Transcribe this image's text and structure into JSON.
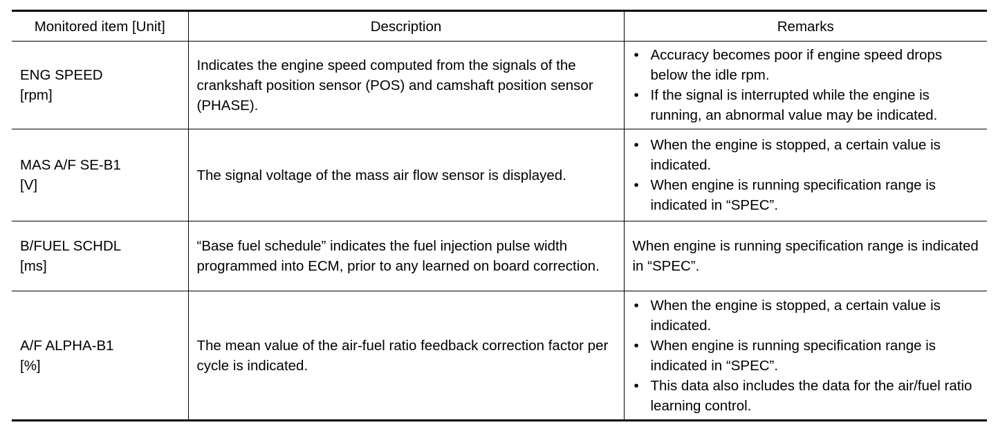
{
  "headers": {
    "item": "Monitored item [Unit]",
    "description": "Description",
    "remarks": "Remarks"
  },
  "rows": [
    {
      "name": "ENG SPEED",
      "unit": "[rpm]",
      "description": "Indicates the engine speed computed from the signals of the crankshaft position sensor (POS) and camshaft position sensor (PHASE).",
      "remarks": [
        "Accuracy becomes poor if engine speed drops below the idle rpm.",
        "If the signal is interrupted while the engine is running, an abnormal value may be indicated."
      ]
    },
    {
      "name": "MAS A/F SE-B1",
      "unit": "[V]",
      "description": "The signal voltage of the mass air flow sensor is displayed.",
      "remarks": [
        "When the engine is stopped, a certain value is indicated.",
        "When engine is running specification range is indicated in “SPEC”."
      ]
    },
    {
      "name": "B/FUEL SCHDL",
      "unit": "[ms]",
      "description": "“Base fuel schedule” indicates the fuel injection pulse width programmed into ECM, prior to any learned on board correction.",
      "remarks_text": "When engine is running specification range is indicated in “SPEC”."
    },
    {
      "name": "A/F ALPHA-B1",
      "unit": "[%]",
      "description": "The mean value of the air-fuel ratio feedback correction factor per cycle is indicated.",
      "remarks": [
        "When the engine is stopped, a certain value is indicated.",
        "When engine is running specification range is indicated in “SPEC”.",
        "This data also includes the data for the air/fuel ratio learning control."
      ]
    }
  ]
}
